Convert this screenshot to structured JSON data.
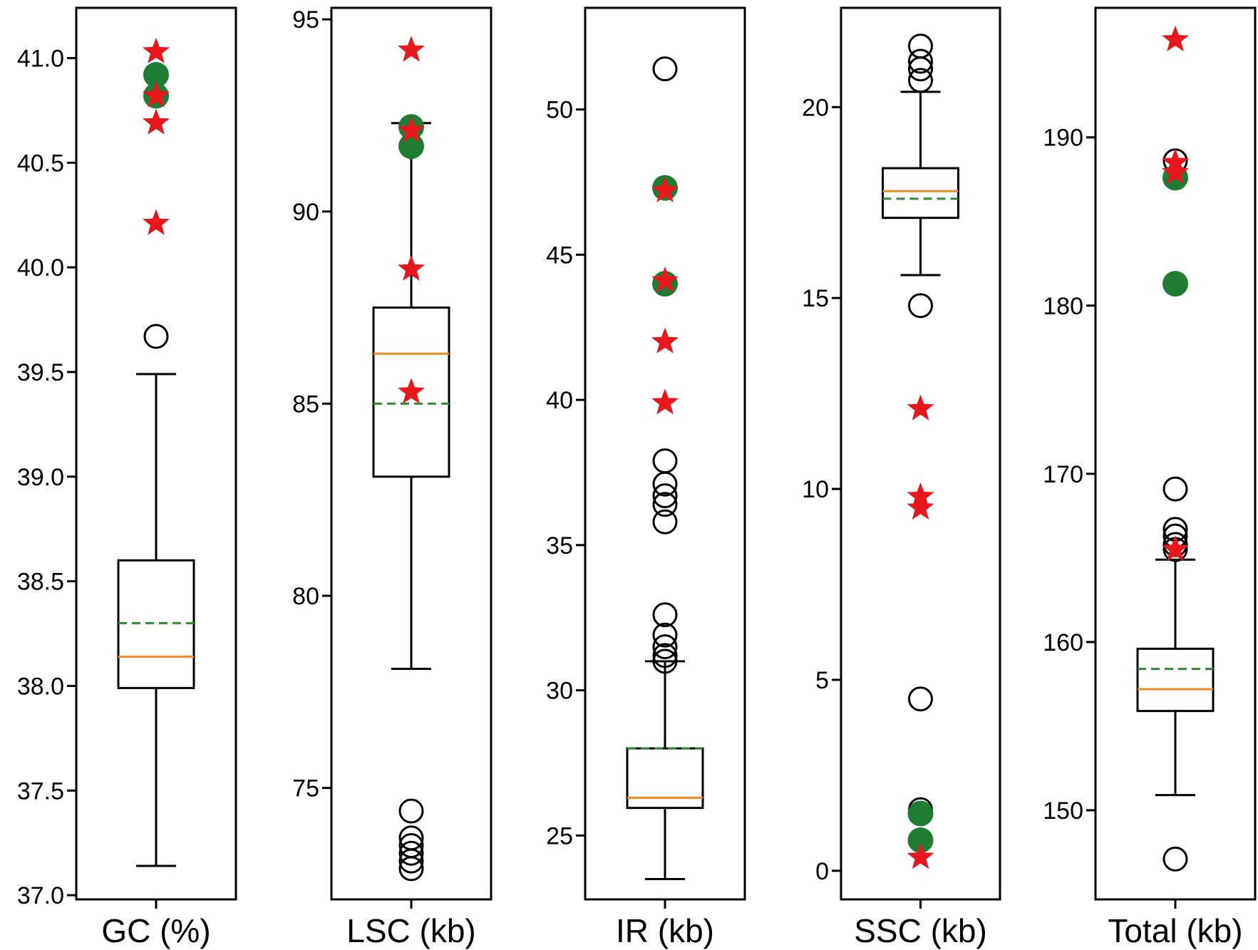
{
  "colors": {
    "median": "#F08A24",
    "mean": "#2E8B2E",
    "highlight_circle": "#1E7D32",
    "star": "#E8171C",
    "box": "#000000"
  },
  "chart_data": [
    {
      "type": "box",
      "xlabel": "GC (%)",
      "ylim": [
        36.98,
        41.24
      ],
      "ticks": [
        37.0,
        37.5,
        38.0,
        38.5,
        39.0,
        39.5,
        40.0,
        40.5,
        41.0
      ],
      "tick_labels": [
        "37.0",
        "37.5",
        "38.0",
        "38.5",
        "39.0",
        "39.5",
        "40.0",
        "40.5",
        "41.0"
      ],
      "whisker_low": 37.14,
      "q1": 37.99,
      "median": 38.14,
      "mean": 38.3,
      "q3": 38.6,
      "whisker_high": 39.49,
      "outliers": [
        39.67
      ],
      "highlight_circles": [
        40.92,
        40.82
      ],
      "stars": [
        41.03,
        40.82,
        40.69,
        40.21
      ]
    },
    {
      "type": "box",
      "xlabel": "LSC (kb)",
      "ylim": [
        72.1,
        95.3
      ],
      "ticks": [
        75,
        80,
        85,
        90,
        95
      ],
      "tick_labels": [
        "75",
        "80",
        "85",
        "90",
        "95"
      ],
      "whisker_low": 78.1,
      "q1": 83.1,
      "median": 86.3,
      "mean": 85.0,
      "q3": 87.5,
      "whisker_high": 92.3,
      "outliers": [
        74.4,
        73.7,
        73.5,
        73.3,
        73.1,
        72.9
      ],
      "highlight_circles": [
        92.2,
        91.7
      ],
      "stars": [
        94.2,
        92.1,
        88.5,
        85.3
      ]
    },
    {
      "type": "box",
      "xlabel": "IR (kb)",
      "ylim": [
        22.8,
        53.5
      ],
      "ticks": [
        25,
        30,
        35,
        40,
        45,
        50
      ],
      "tick_labels": [
        "25",
        "30",
        "35",
        "40",
        "45",
        "50"
      ],
      "whisker_low": 23.5,
      "q1": 25.95,
      "median": 26.3,
      "mean": 28.0,
      "q3": 28.0,
      "whisker_high": 31.0,
      "outliers": [
        51.4,
        37.9,
        37.1,
        36.7,
        36.4,
        35.8,
        32.6,
        31.9,
        31.5,
        31.2,
        31.0
      ],
      "highlight_circles": [
        47.3,
        44.0
      ],
      "stars": [
        47.2,
        44.1,
        42.0,
        39.9
      ]
    },
    {
      "type": "box",
      "xlabel": "SSC (kb)",
      "ylim": [
        -0.75,
        22.6
      ],
      "ticks": [
        0,
        5,
        10,
        15,
        20
      ],
      "tick_labels": [
        "0",
        "5",
        "10",
        "15",
        "20"
      ],
      "whisker_low": 15.6,
      "q1": 17.1,
      "median": 17.8,
      "mean": 17.6,
      "q3": 18.4,
      "whisker_high": 20.4,
      "outliers": [
        21.6,
        21.2,
        21.0,
        20.7,
        14.8,
        4.5,
        1.6
      ],
      "highlight_circles": [
        1.5,
        0.8
      ],
      "stars": [
        12.1,
        9.8,
        9.5,
        0.35
      ]
    },
    {
      "type": "box",
      "xlabel": "Total (kb)",
      "ylim": [
        144.7,
        197.7
      ],
      "ticks": [
        150,
        160,
        170,
        180,
        190
      ],
      "tick_labels": [
        "150",
        "160",
        "170",
        "180",
        "190"
      ],
      "whisker_low": 150.9,
      "q1": 155.9,
      "median": 157.2,
      "mean": 158.4,
      "q3": 159.6,
      "whisker_high": 164.9,
      "outliers": [
        188.6,
        169.1,
        166.7,
        166.3,
        165.8,
        165.5,
        147.1
      ],
      "highlight_circles": [
        187.6,
        181.3
      ],
      "stars": [
        195.8,
        188.5,
        187.9,
        165.5
      ]
    }
  ]
}
